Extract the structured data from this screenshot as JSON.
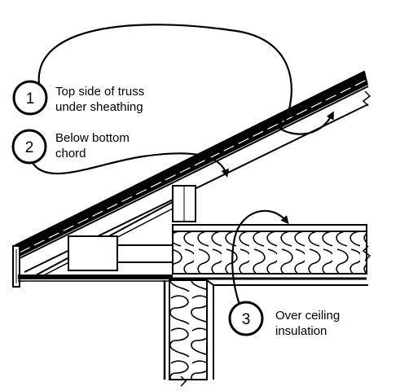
{
  "callouts": [
    {
      "number": "1",
      "line1": "Top side of truss",
      "line2": "under sheathing"
    },
    {
      "number": "2",
      "line1": "Below bottom",
      "line2": "chord"
    },
    {
      "number": "3",
      "line1": "Over ceiling",
      "line2": "insulation"
    }
  ]
}
